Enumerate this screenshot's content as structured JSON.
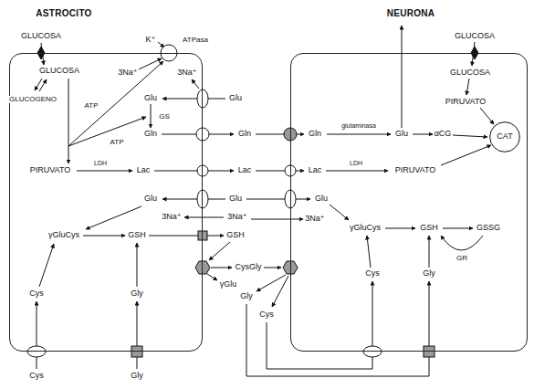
{
  "diagram": {
    "nodes": [
      {
        "text": [
          "ASTROCITO"
        ]
      },
      {
        "text": [
          "NEURONA"
        ]
      },
      {
        "text": [
          "CAT"
        ],
        "in": 1
      }
    ],
    "labels": [
      "GLUCOSA",
      "K⁺",
      "ATPasa",
      "GLUCOSA",
      "GLUCOSA",
      "GLUCOSA",
      "3Na⁺",
      "3Na⁺",
      "GLUCOGENO",
      "Glu",
      "Glu",
      "PIRUVATO",
      "ATP",
      "GS",
      "Gln",
      "Gln",
      "Gln",
      "glutaminasa",
      "Glu",
      "αCG",
      "ATP",
      "LDH",
      "PIRUVATO",
      "Lac",
      "Lac",
      "Lac",
      "LDH",
      "PIRUVATO",
      "Glu",
      "Glu",
      "Glu",
      "3Na⁺",
      "3Na⁺",
      "3Na⁺",
      "γGluCys",
      "GSH",
      "GSH",
      "γGluCys",
      "GSH",
      "GSSG",
      "GR",
      "CysGly",
      "γGlu",
      "Cys",
      "Gly",
      "Cys",
      "Gly",
      "Gly",
      "Cys",
      "Cys",
      "Gly"
    ]
  }
}
